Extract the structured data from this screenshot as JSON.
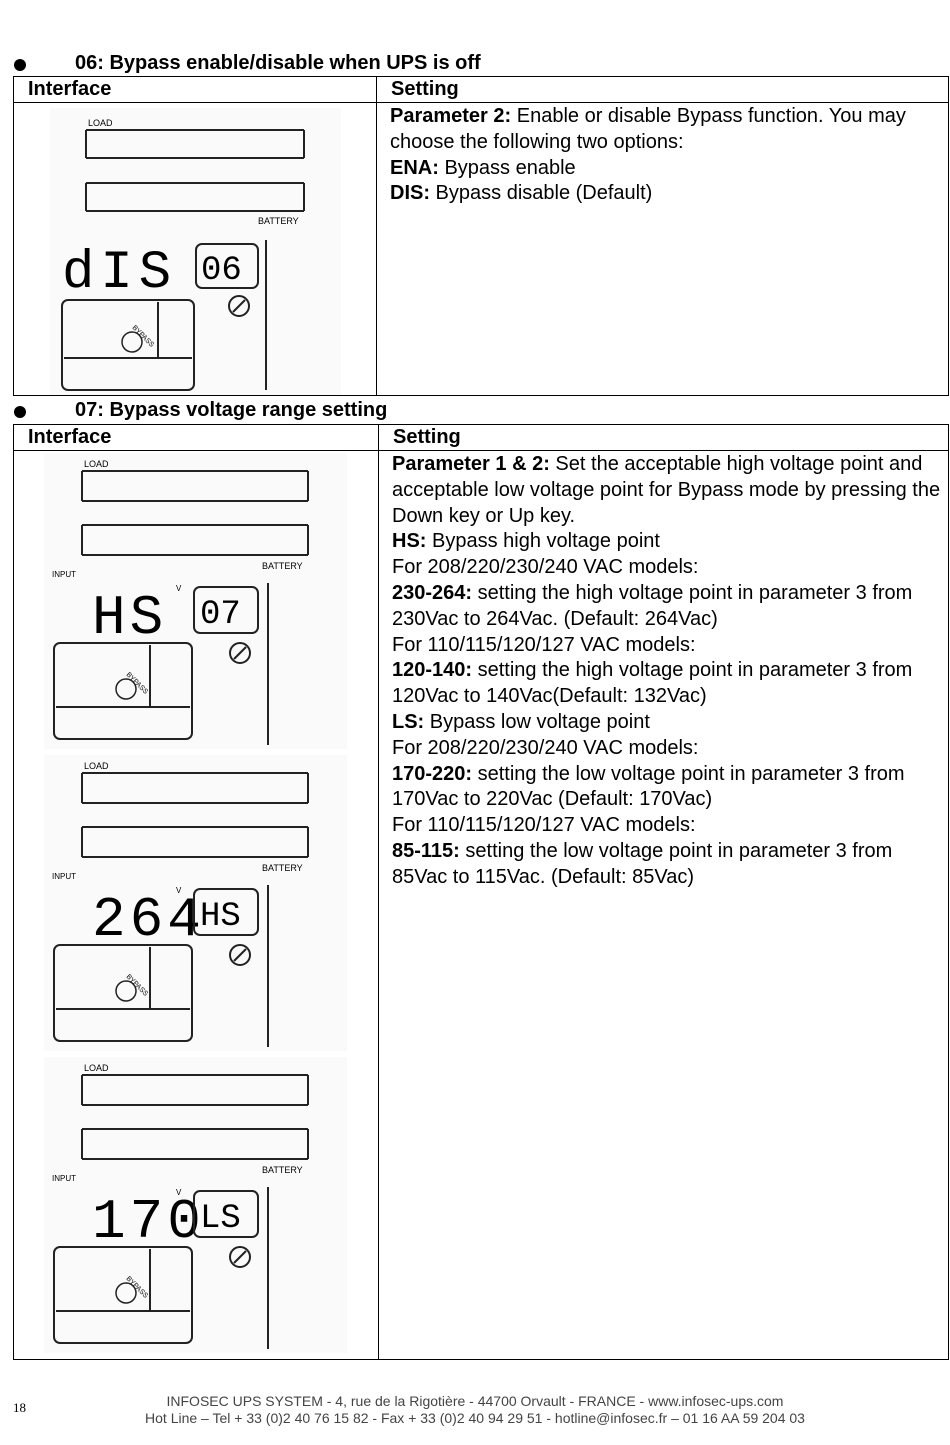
{
  "section06": {
    "heading": "06: Bypass enable/disable when UPS is off",
    "col_interface": "Interface",
    "col_setting": "Setting",
    "lcd": {
      "load_label": "LOAD",
      "battery_label": "BATTERY",
      "main_value": "dIS",
      "param_code": "06",
      "bypass_label": "BYPASS"
    },
    "setting": [
      {
        "bold": "Parameter 2:",
        "text": " Enable or disable Bypass function. You may choose the following two options:"
      },
      {
        "bold": "ENA:",
        "text": " Bypass enable"
      },
      {
        "bold": "DIS:",
        "text": " Bypass disable (Default)"
      }
    ]
  },
  "section07": {
    "heading": "07: Bypass voltage range setting",
    "col_interface": "Interface",
    "col_setting": "Setting",
    "lcds": [
      {
        "load_label": "LOAD",
        "battery_label": "BATTERY",
        "input_label": "INPUT",
        "main_value": "HS",
        "unit": "V",
        "param_code": "07",
        "bypass_label": "BYPASS"
      },
      {
        "load_label": "LOAD",
        "battery_label": "BATTERY",
        "input_label": "INPUT",
        "main_value": "264",
        "unit": "V",
        "param_code": "HS",
        "bypass_label": "BYPASS"
      },
      {
        "load_label": "LOAD",
        "battery_label": "BATTERY",
        "input_label": "INPUT",
        "main_value": "170",
        "unit": "V",
        "param_code": "LS",
        "bypass_label": "BYPASS"
      }
    ],
    "setting": [
      {
        "bold": "Parameter 1 & 2:",
        "text": " Set the acceptable high voltage point and acceptable low voltage point for Bypass mode by pressing the Down key or Up key."
      },
      {
        "bold": "HS:",
        "text": " Bypass high voltage point"
      },
      {
        "bold": "",
        "text": "For 208/220/230/240 VAC models:"
      },
      {
        "bold": "230-264:",
        "text": " setting the high voltage point in parameter 3 from 230Vac to 264Vac. (Default: 264Vac)"
      },
      {
        "bold": "",
        "text": "For 110/115/120/127 VAC models:"
      },
      {
        "bold": "120-140:",
        "text": " setting the high voltage point in parameter 3 from 120Vac to 140Vac(Default: 132Vac)"
      },
      {
        "bold": "LS:",
        "text": " Bypass low voltage point"
      },
      {
        "bold": "",
        "text": "For 208/220/230/240 VAC models:"
      },
      {
        "bold": "170-220:",
        "text": " setting the low voltage point in parameter 3 from 170Vac to 220Vac (Default: 170Vac)"
      },
      {
        "bold": "",
        "text": "For 110/115/120/127 VAC models:"
      },
      {
        "bold": "85-115:",
        "text": " setting the low voltage point in parameter 3 from 85Vac to 115Vac. (Default: 85Vac)"
      }
    ]
  },
  "footer": {
    "page_number": "18",
    "line1": "INFOSEC UPS SYSTEM - 4, rue de la Rigotière - 44700 Orvault - FRANCE -  www.infosec-ups.com",
    "line2": "Hot Line – Tel + 33 (0)2 40 76 15 82 - Fax + 33 (0)2 40 94 29 51 - hotline@infosec.fr – 01 16 AA 59 204 03"
  }
}
